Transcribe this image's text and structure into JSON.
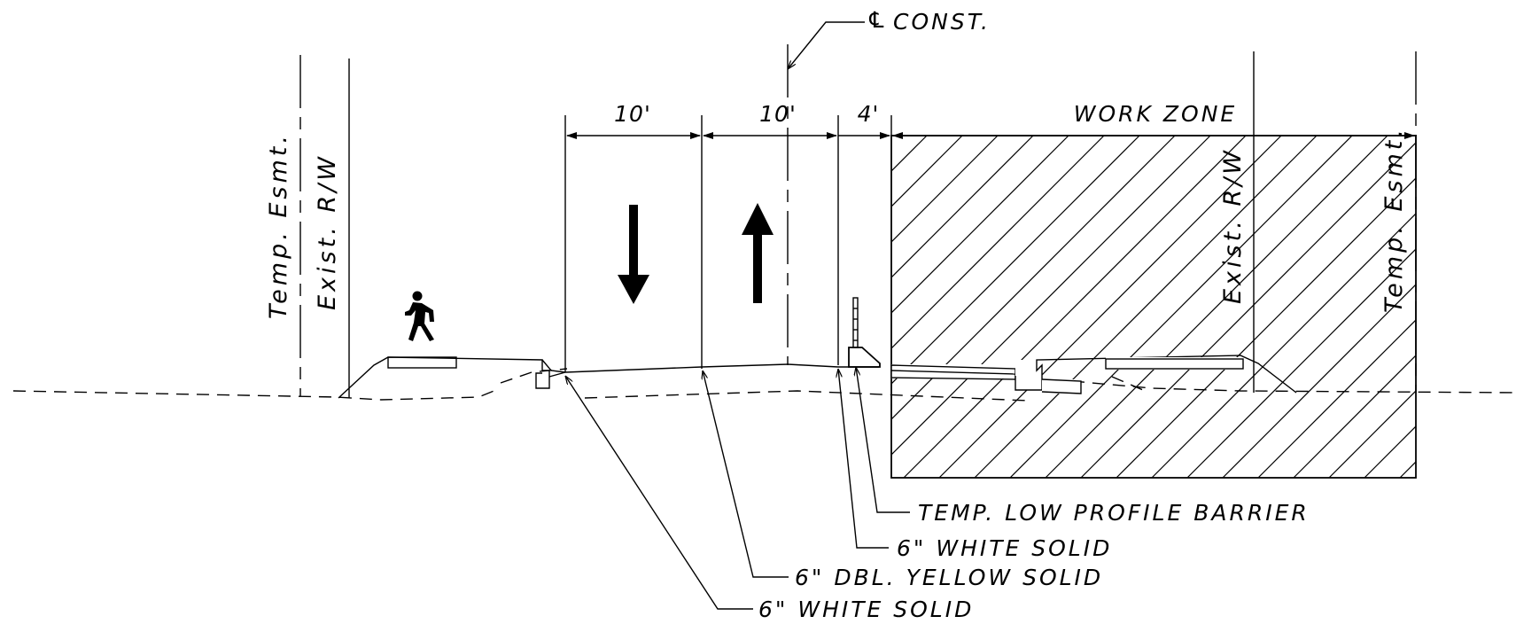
{
  "centerline": {
    "symbol": "℄",
    "label": "CONST."
  },
  "dimensions": {
    "lane_left": "10'",
    "lane_right": "10'",
    "shoulder": "4'",
    "work_zone": "WORK ZONE"
  },
  "boundary_labels": {
    "left_outer": "Temp. Esmt.",
    "left_inner": "Exist. R/W",
    "right_inner": "Exist. R/W",
    "right_outer": "Temp. Esmt."
  },
  "callouts": {
    "barrier": "TEMP. LOW PROFILE BARRIER",
    "edge_line_right": "6\" WHITE SOLID",
    "center_line": "6\" DBL. YELLOW SOLID",
    "edge_line_left": "6\" WHITE SOLID"
  },
  "icons": [
    "pedestrian-icon",
    "down-arrow-icon",
    "up-arrow-icon"
  ]
}
